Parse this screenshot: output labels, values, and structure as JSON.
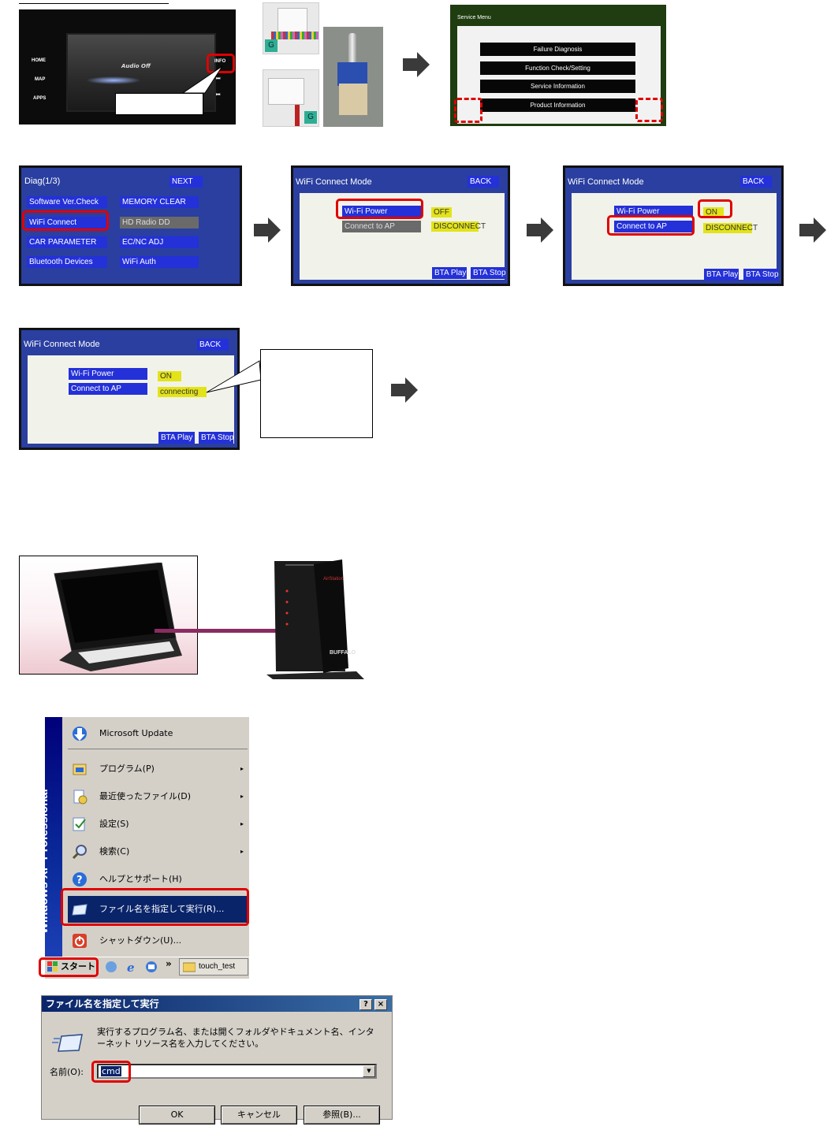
{
  "head_unit": {
    "buttons_left": [
      "HOME",
      "MAP",
      "APPS"
    ],
    "button_info": "INFO",
    "screen_text": "Audio Off",
    "callout_text": ""
  },
  "connector": {
    "tag": "G"
  },
  "service_menu": {
    "title": "Service Menu",
    "items": [
      "Failure Diagnosis",
      "Function Check/Setting",
      "Service Information",
      "Product Information"
    ]
  },
  "diag": {
    "title": "Diag(1/3)",
    "next": "NEXT",
    "left_items": [
      "Software Ver.Check",
      "WiFi Connect",
      "CAR PARAMETER",
      "Bluetooth Devices"
    ],
    "right_items": [
      "MEMORY CLEAR",
      "HD Radio DD",
      "EC/NC ADJ",
      "WiFi Auth"
    ]
  },
  "wifi1": {
    "title": "WiFi Connect Mode",
    "back": "BACK",
    "power_label": "Wi-Fi Power",
    "power_value": "OFF",
    "connect_label": "Connect to AP",
    "connect_value": "DISCONNECT",
    "bta_play": "BTA Play",
    "bta_stop": "BTA Stop"
  },
  "wifi2": {
    "title": "WiFi Connect Mode",
    "back": "BACK",
    "power_label": "Wi-Fi Power",
    "power_value": "ON",
    "connect_label": "Connect to AP",
    "connect_value": "DISCONNECT",
    "bta_play": "BTA Play",
    "bta_stop": "BTA Stop"
  },
  "wifi3": {
    "title": "WiFi Connect Mode",
    "back": "BACK",
    "power_label": "Wi-Fi Power",
    "power_value": "ON",
    "connect_label": "Connect to AP",
    "connect_value": "connecting",
    "bta_play": "BTA Play",
    "bta_stop": "BTA Stop"
  },
  "router": {
    "brand": "BUFFALO",
    "model": "AirStation"
  },
  "start_menu": {
    "side_text": "Windows XP Professional",
    "items": [
      {
        "label": "Microsoft Update",
        "chevron": ""
      },
      {
        "label": "プログラム(P)",
        "chevron": "▸"
      },
      {
        "label": "最近使ったファイル(D)",
        "chevron": "▸"
      },
      {
        "label": "設定(S)",
        "chevron": "▸"
      },
      {
        "label": "検索(C)",
        "chevron": "▸"
      },
      {
        "label": "ヘルプとサポート(H)",
        "chevron": ""
      },
      {
        "label": "ファイル名を指定して実行(R)...",
        "chevron": ""
      },
      {
        "label": "シャットダウン(U)...",
        "chevron": ""
      }
    ],
    "start_label": "スタート",
    "more": "»",
    "folder": "touch_test"
  },
  "run_dialog": {
    "title": "ファイル名を指定して実行",
    "help": "?",
    "close": "×",
    "description": "実行するプログラム名、または開くフォルダやドキュメント名、インターネット リソース名を入力してください。",
    "name_label": "名前(O):",
    "name_value": "cmd",
    "ok": "OK",
    "cancel": "キャンセル",
    "browse": "参照(B)..."
  },
  "colors": {
    "highlight": "#e00000",
    "diag_button": "#2431d8",
    "status_yellow": "#e3e31a",
    "xp_selection": "#0a246a"
  }
}
